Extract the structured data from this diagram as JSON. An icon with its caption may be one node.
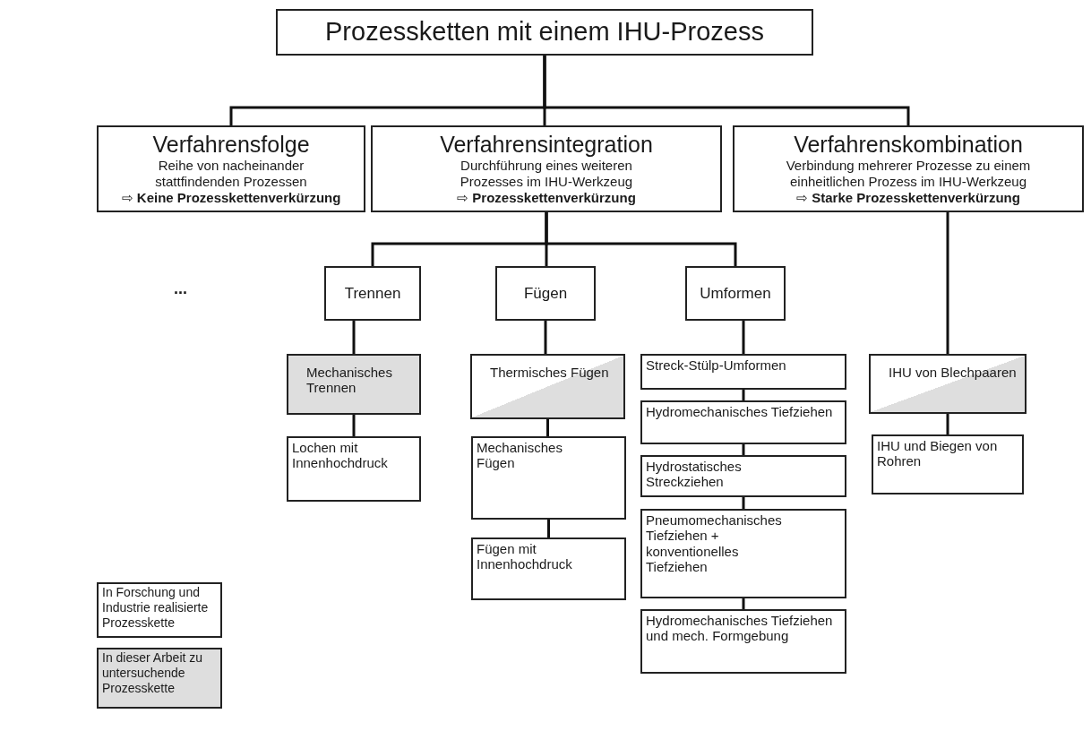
{
  "diagram": {
    "nodes": [
      {
        "text": [
          "Prozessketten mit einem IHU-Prozess"
        ]
      },
      {
        "text": [
          "Verfahrensfolge",
          "Reihe von nacheinander stattfindenden Prozessen",
          "⇨ **Keine Prozesskettenverkürzung**"
        ]
      },
      {
        "text": [
          "Verfahrensintegration",
          "Durchführung eines weiteren Prozesses im IHU-Werkzeug",
          "⇨ **Prozesskettenverkürzung**"
        ]
      },
      {
        "text": [
          "Verfahrenskombination",
          "Verbindung mehrerer Prozesse zu einem einheitlichen Prozess im IHU-Werkzeug",
          "⇨ **Starke Prozesskettenverkürzung**"
        ]
      },
      {
        "text": [
          "Trennen"
        ]
      },
      {
        "text": [
          "Fügen"
        ]
      },
      {
        "text": [
          "Umformen"
        ]
      },
      {
        "text": [
          "Mechanisches Trennen"
        ]
      },
      {
        "text": [
          "Lochen mit Innenhochdruck"
        ]
      },
      {
        "text": [
          "Thermisches Fügen"
        ]
      },
      {
        "text": [
          "Mechanisches Fügen"
        ]
      },
      {
        "text": [
          "Fügen mit Innenhochdruck"
        ]
      },
      {
        "text": [
          "Streck-Stülp-Umformen"
        ]
      },
      {
        "text": [
          "Hydromechanisches Tiefziehen"
        ]
      },
      {
        "text": [
          "Hydrostatisches Streckziehen"
        ]
      },
      {
        "text": [
          "Pneumomechanisches Tiefziehen + konventionelles Tiefziehen"
        ]
      },
      {
        "text": [
          "Hydromechanisches Tiefziehen und mech. Formgebung"
        ]
      },
      {
        "text": [
          "IHU von Blechpaaren"
        ]
      },
      {
        "text": [
          "IHU und Biegen von Rohren"
        ]
      }
    ],
    "edges": [
      {
        "from": 0,
        "to": 1,
        "arrow": "none"
      },
      {
        "from": 0,
        "to": 2,
        "arrow": "none"
      },
      {
        "from": 0,
        "to": 3,
        "arrow": "none"
      },
      {
        "from": 2,
        "to": 4,
        "arrow": "none"
      },
      {
        "from": 2,
        "to": 5,
        "arrow": "none"
      },
      {
        "from": 2,
        "to": 6,
        "arrow": "none"
      },
      {
        "from": 4,
        "to": 7,
        "arrow": "none"
      },
      {
        "from": 7,
        "to": 8,
        "arrow": "none"
      },
      {
        "from": 5,
        "to": 9,
        "arrow": "none"
      },
      {
        "from": 9,
        "to": 10,
        "arrow": "none"
      },
      {
        "from": 10,
        "to": 11,
        "arrow": "none"
      },
      {
        "from": 6,
        "to": 12,
        "arrow": "none"
      },
      {
        "from": 12,
        "to": 13,
        "arrow": "none"
      },
      {
        "from": 13,
        "to": 14,
        "arrow": "none"
      },
      {
        "from": 14,
        "to": 15,
        "arrow": "none"
      },
      {
        "from": 15,
        "to": 16,
        "arrow": "none"
      },
      {
        "from": 3,
        "to": 17,
        "arrow": "none"
      },
      {
        "from": 17,
        "to": 18,
        "arrow": "none"
      }
    ],
    "labels": [
      "..."
    ],
    "legend": [
      {
        "text": "In Forschung und Industrie realisierte Prozesskette",
        "color": "#ffffff"
      },
      {
        "text": "In dieser Arbeit zu untersuchende Prozesskette",
        "color": "#dedede"
      }
    ]
  }
}
